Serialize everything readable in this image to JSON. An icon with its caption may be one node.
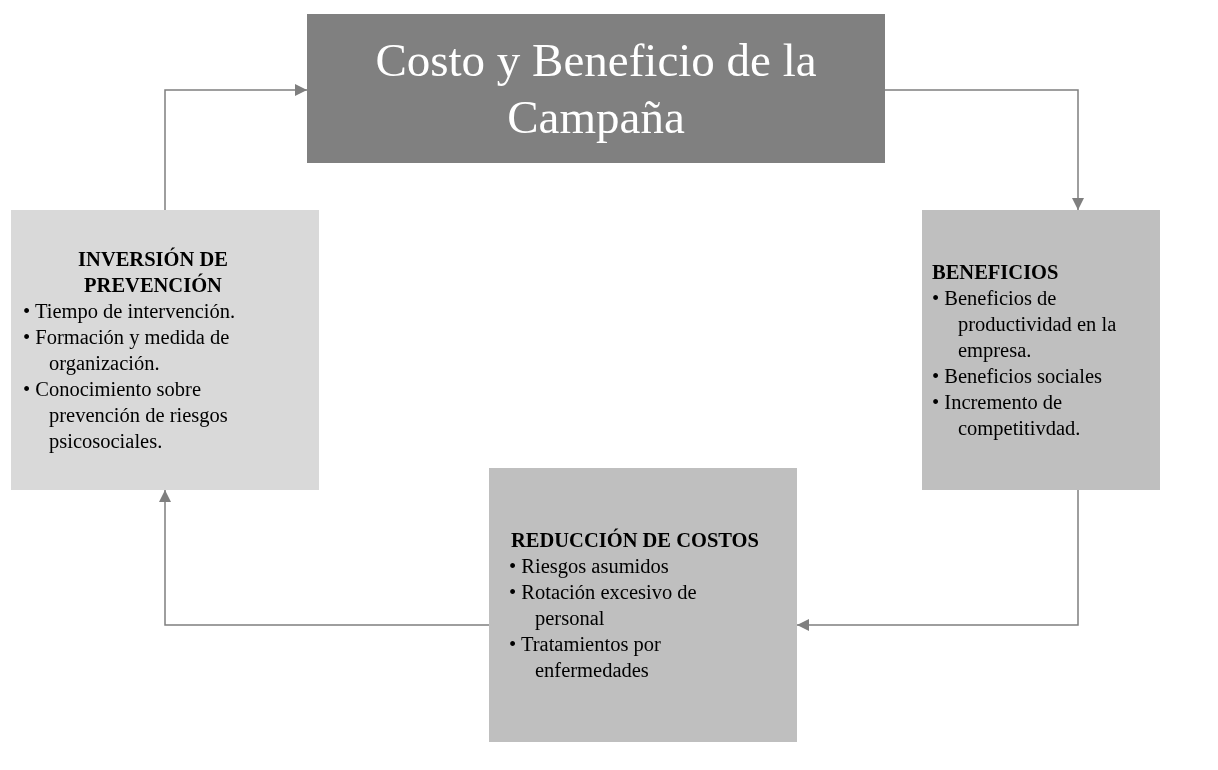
{
  "diagram": {
    "nodes": [
      {
        "text": [
          "Costo y Beneficio de la Campaña"
        ]
      },
      {
        "text": [
          "BENEFICIOS",
          "• Beneficios de productividad en la empresa.",
          "• Beneficios sociales",
          "• Incremento de competitivdad."
        ]
      },
      {
        "text": [
          "REDUCCIÓN DE COSTOS",
          "• Riesgos asumidos",
          "• Rotación excesivo de personal",
          "• Tratamientos por enfermedades"
        ]
      },
      {
        "text": [
          "INVERSIÓN DE PREVENCIÓN",
          "• Tiempo de intervención.",
          "• Formación y medida de organización.",
          "• Conocimiento sobre prevención de riesgos psicosociales."
        ]
      }
    ],
    "edges": [
      {
        "from": 0,
        "to": 1,
        "arrow": "to"
      },
      {
        "from": 1,
        "to": 2,
        "arrow": "to"
      },
      {
        "from": 2,
        "to": 3,
        "arrow": "to"
      },
      {
        "from": 3,
        "to": 0,
        "arrow": "to"
      }
    ]
  }
}
